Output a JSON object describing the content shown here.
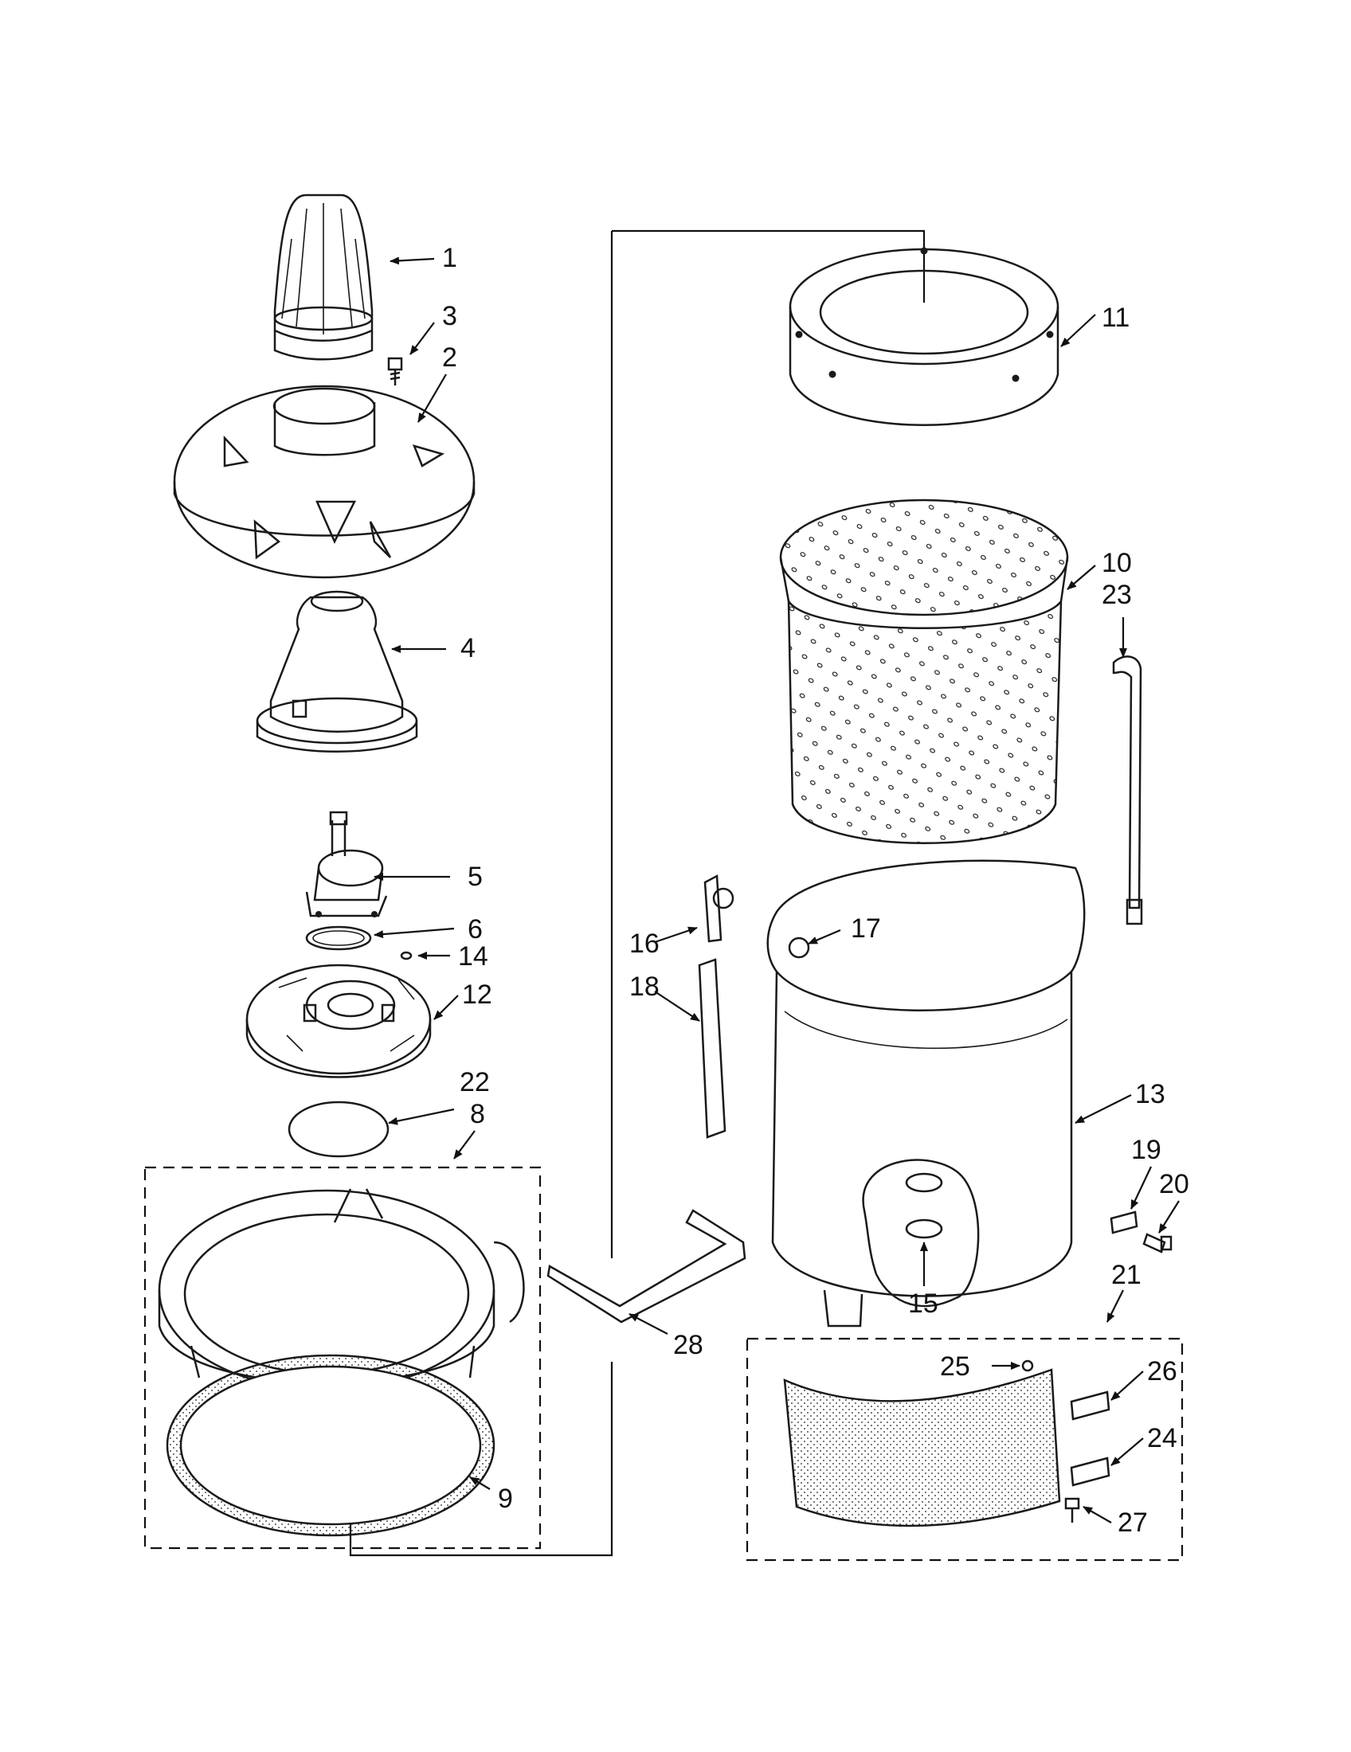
{
  "callouts": {
    "p1": "1",
    "p2": "2",
    "p3": "3",
    "p4": "4",
    "p5": "5",
    "p6": "6",
    "p8": "8",
    "p9": "9",
    "p10": "10",
    "p11": "11",
    "p12": "12",
    "p13": "13",
    "p14": "14",
    "p15": "15",
    "p16": "16",
    "p17": "17",
    "p18": "18",
    "p19": "19",
    "p20": "20",
    "p21": "21",
    "p22": "22",
    "p23": "23",
    "p24": "24",
    "p25": "25",
    "p26": "26",
    "p27": "27",
    "p28": "28"
  },
  "colors": {
    "line": "#1a1a1a",
    "background": "#ffffff"
  }
}
